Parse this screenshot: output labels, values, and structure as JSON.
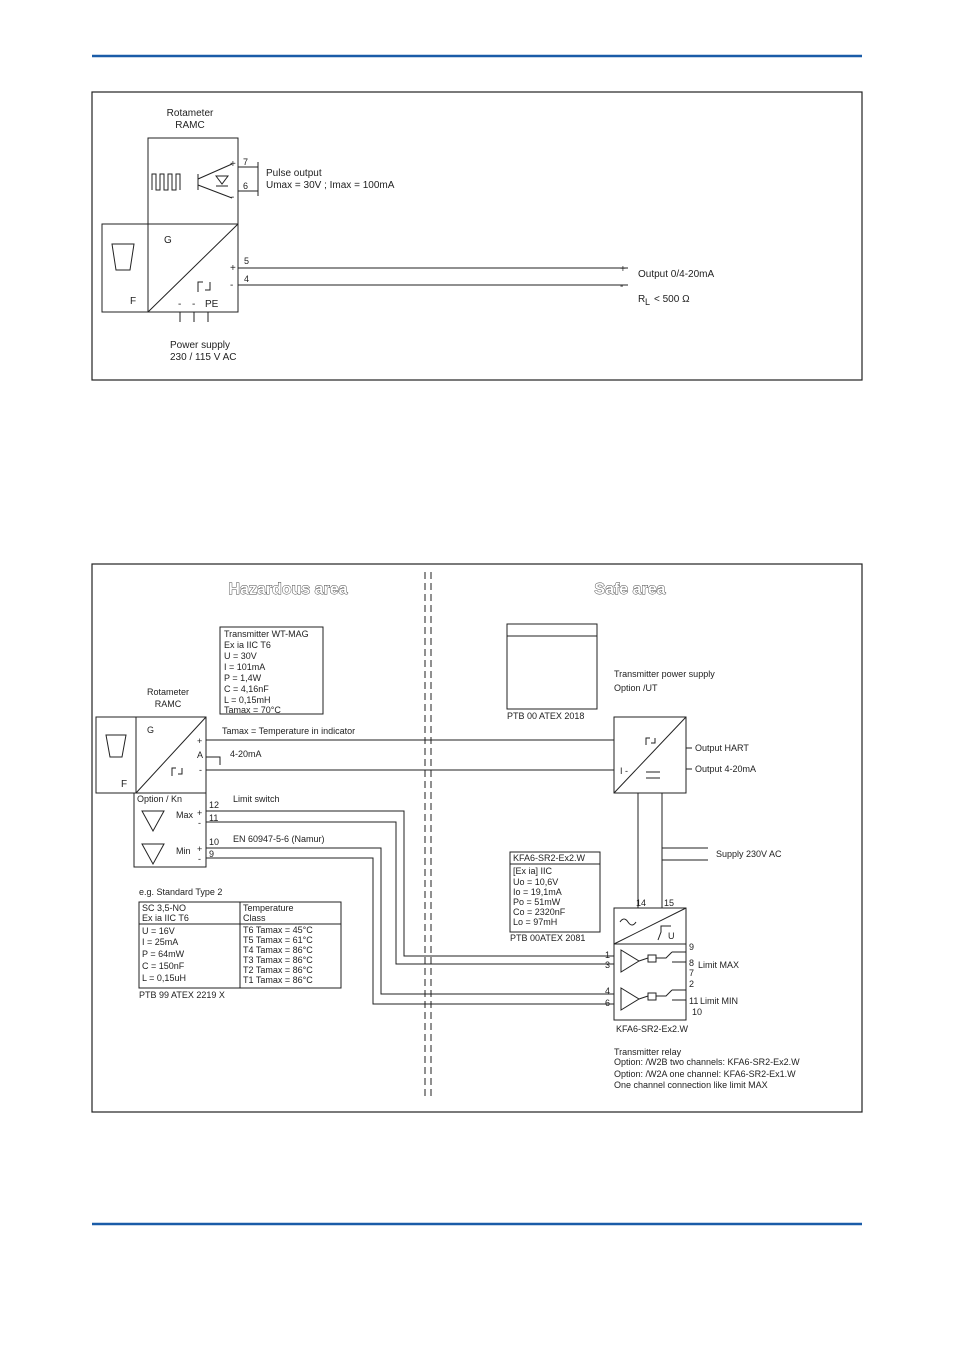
{
  "colors": {
    "rule": "#1a5ca8",
    "line": "#222222"
  },
  "diagram1": {
    "rotameter": [
      "Rotameter",
      "RAMC"
    ],
    "pulse": {
      "pin_top": "7",
      "pin_bot": "6",
      "plus": "+",
      "minus": "-",
      "line1": "Pulse output",
      "line2": "Umax = 30V ; Imax = 100mA"
    },
    "g_label": "G",
    "f_label": "F",
    "output": {
      "pin_top": "5",
      "pin_bot": "4",
      "plus": "+",
      "minus": "-",
      "label": "Output 0/4-20mA",
      "load_r": "R",
      "load_sub": "L",
      "load_val": "< 500 Ω"
    },
    "terminals": {
      "m1": "-",
      "m2": "-",
      "pe": "PE"
    },
    "power": [
      "Power supply",
      "230 / 115 V AC"
    ]
  },
  "diagram2": {
    "hazard_title": "Hazardous area",
    "safe_title": "Safe area",
    "rotameter": [
      "Rotameter",
      "RAMC"
    ],
    "g_label": "G",
    "f_label": "F",
    "wt_box": [
      "Transmitter WT-MAG",
      "Ex  ia IIC T6",
      "U  = 30V",
      "I  = 101mA",
      "P  = 1,4W",
      "C  = 4,16nF",
      "L  = 0,15mH",
      "Tamax  = 70°C"
    ],
    "tamax_note": "Tamax = Temperature in indicator",
    "term_plus": "+",
    "term_a": "A",
    "term_minus": "-",
    "out_420": "4-20mA",
    "option_kn": "Option / Kn",
    "limit_switch": "Limit switch",
    "en_note": "EN 60947-5-6 (Namur)",
    "max_label": "Max",
    "min_label": "Min",
    "pins": [
      "12",
      "11",
      "10",
      "9"
    ],
    "standard_caption": "e.g. Standard Type 2",
    "sc_box": [
      "SC 3,5-NO",
      "Ex  ia IIC T6",
      "U  = 16V",
      "I  = 25mA",
      "P  = 64mW",
      "C  = 150nF",
      "L  = 0,15uH"
    ],
    "temp_class_head": [
      "Temperature",
      "Class"
    ],
    "temp_rows": [
      "T6  Tamax =  45°C",
      "T5  Tamax =  61°C",
      "T4  Tamax =  86°C",
      "T3  Tamax =  86°C",
      "T2  Tamax =  86°C",
      "T1  Tamax =  86°C"
    ],
    "ptb_sc": "PTB 99 ATEX 2219 X",
    "ptb_ps": "PTB 00 ATEX 2018",
    "ps_label": [
      "Transmitter power supply",
      "Option /UT"
    ],
    "output_hart": "Output HART",
    "output_420": "Output 4-20mA",
    "i_minus": "I -",
    "supply_ac": "Supply 230V AC",
    "kfa_box": [
      "KFA6-SR2-Ex2.W",
      "[Ex  ia] IIC",
      "Uo = 10,6V",
      "Io = 19,1mA",
      "Po = 51mW",
      "Co = 2320nF",
      "Lo = 97mH"
    ],
    "ptb_kfa": "PTB 00ATEX 2081",
    "relay_pins_top": [
      "14",
      "15"
    ],
    "relay_in_pins": [
      "1",
      "3",
      "4",
      "6"
    ],
    "relay_out_pins": [
      "9",
      "8",
      "7",
      "2",
      "11",
      "10"
    ],
    "limit_max": "Limit MAX",
    "limit_min": "Limit MIN",
    "relay_name": "KFA6-SR2-Ex2.W",
    "relay_notes": [
      "Transmitter relay",
      "Option: /W2B two channels: KFA6-SR2-Ex2.W",
      "Option: /W2A one channel: KFA6-SR2-Ex1.W",
      "One channel connection like limit MAX"
    ]
  }
}
